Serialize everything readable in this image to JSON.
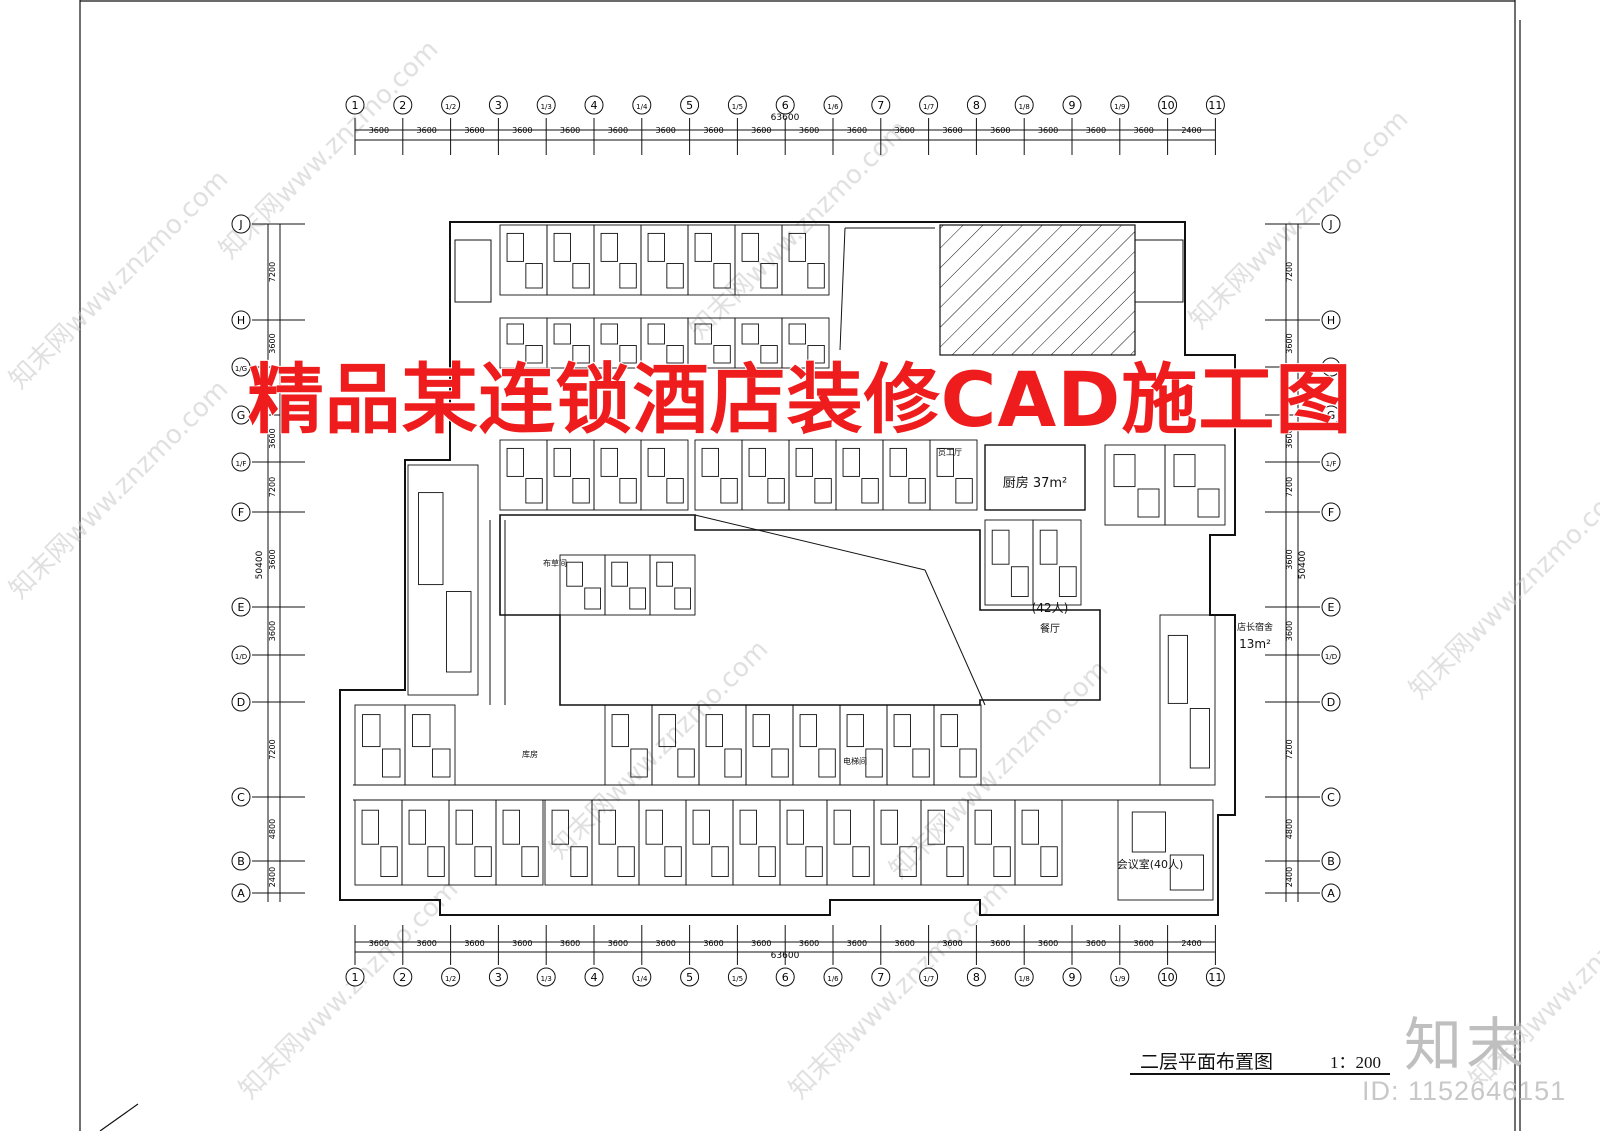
{
  "headline": "精品某连锁酒店装修CAD施工图",
  "drawing_title": "二层平面布置图",
  "scale": "1：200",
  "brand_watermark": "知末",
  "id_watermark": "ID: 1152646151",
  "site_watermark": "知末网www.znzmo.com",
  "total_width_label": "63600",
  "total_height_label": "50400",
  "column_axes": [
    "1",
    "2",
    "1/2",
    "3",
    "1/3",
    "4",
    "1/4",
    "5",
    "1/5",
    "6",
    "1/6",
    "7",
    "1/7",
    "8",
    "1/8",
    "9",
    "1/9",
    "10",
    "11"
  ],
  "column_spacings": [
    "3600",
    "3600",
    "3600",
    "3600",
    "3600",
    "3600",
    "3600",
    "3600",
    "3600",
    "3600",
    "3600",
    "3600",
    "3600",
    "3600",
    "3600",
    "3600",
    "3600",
    "2400"
  ],
  "row_axes": [
    "J",
    "H",
    "1/G",
    "G",
    "1/F",
    "F",
    "E",
    "1/D",
    "D",
    "C",
    "B",
    "A"
  ],
  "row_spacings": [
    "7200",
    "3600",
    "3600",
    "7200",
    "3600",
    "3600",
    "7200",
    "4800",
    "2400"
  ],
  "room_labels": {
    "kitchen": "厨房 37m²",
    "restaurant": "餐厅",
    "restaurant_capacity": "(42人)",
    "meeting": "会议室(40人)",
    "manager": "店长宿舍",
    "manager_area": "13m²",
    "linen": "布草间",
    "storage": "库房",
    "staff": "员工厅",
    "elevator": "电梯间"
  },
  "colors": {
    "headline": "#ee1c1c",
    "line": "#111111",
    "watermark": "#bdbdbd"
  }
}
